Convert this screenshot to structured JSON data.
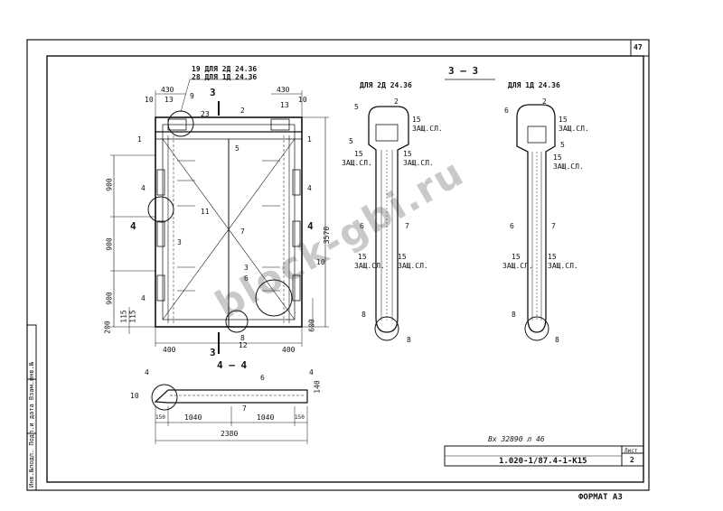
{
  "sheet": {
    "sheet_number": "47",
    "drawing_code": "1.020-1/87.4-1-К15",
    "inventory": "Вх 32890 л 46",
    "list_label": "Лист",
    "list_value": "2",
    "format": "ФОРМАТ А3",
    "side_strip": "Инв.№подл.  Подп.и дата  Взам.инв.№"
  },
  "watermark": "block-gbi.ru",
  "views": {
    "main": {
      "top_note_a": "19  ДЛЯ 2Д 24.36",
      "top_note_b": "28  ДЛЯ 1Д 24.36",
      "dims_top": [
        "430",
        "430"
      ],
      "dims_small": [
        "10",
        "13",
        "10",
        "13"
      ],
      "dim_23": "23",
      "dims_left": [
        "900",
        "900",
        "900"
      ],
      "dims_bottom_left": [
        "200",
        "115",
        "115"
      ],
      "dim_height": "3570",
      "dim_600": "600",
      "dims_bottom": [
        "400",
        "400"
      ],
      "callouts": [
        "1",
        "2",
        "3",
        "4",
        "5",
        "6",
        "7",
        "8",
        "9",
        "10",
        "11",
        "12"
      ],
      "section_mark": "3",
      "section_mark_4": "4"
    },
    "section33": {
      "title": "3 — 3",
      "left_title": "ДЛЯ 2Д 24.36",
      "right_title": "ДЛЯ 1Д 24.36",
      "cover_15": "15",
      "cover_label": "ЗАЩ.СЛ.",
      "callouts": [
        "2",
        "5",
        "6",
        "7",
        "8"
      ]
    },
    "section44": {
      "title": "4 — 4",
      "dims": [
        "1040",
        "1040"
      ],
      "end_dims": [
        "150",
        "150"
      ],
      "total": "2380",
      "dim_140": "140",
      "callouts": [
        "4",
        "6",
        "7",
        "10"
      ]
    }
  }
}
